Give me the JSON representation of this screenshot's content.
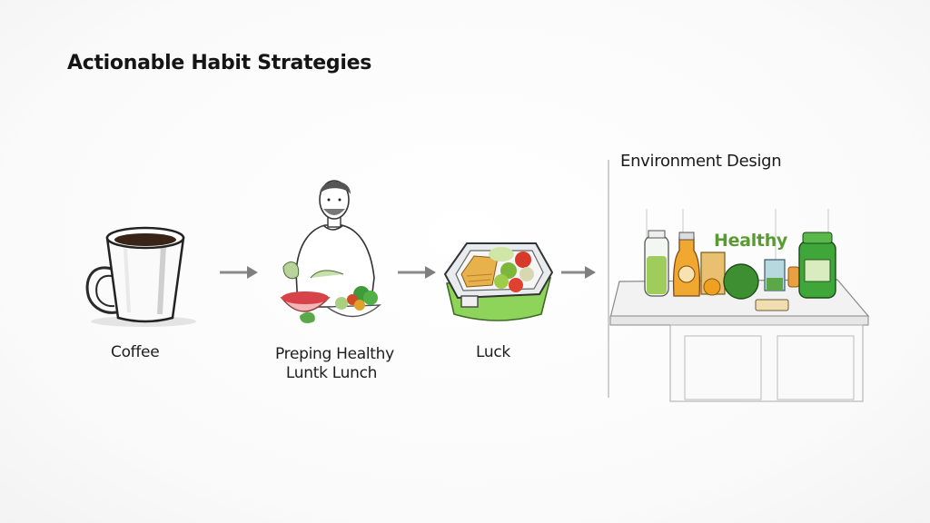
{
  "header": {
    "title": "Actionable Habit Strategies"
  },
  "steps": [
    {
      "id": "coffee",
      "label": "Coffee",
      "icon": "coffee-mug-icon"
    },
    {
      "id": "prep",
      "label_line1": "Preping Healthy",
      "label_line2": "Luntk Lunch",
      "icon": "person-preparing-salad-icon"
    },
    {
      "id": "lunchbox",
      "label": "Luck",
      "icon": "lunch-box-icon"
    }
  ],
  "environment": {
    "title": "Environment Design",
    "tag": "Healthy",
    "icon": "kitchen-counter-with-healthy-foods-icon"
  },
  "arrows": [
    {
      "from": "coffee",
      "to": "prep"
    },
    {
      "from": "prep",
      "to": "lunchbox"
    },
    {
      "from": "lunchbox",
      "to": "environment"
    }
  ],
  "colors": {
    "background": "#fbfbfb",
    "text": "#1b1b1b",
    "arrow": "#8a8a8a",
    "healthy_green": "#5a9a32",
    "container_green": "#8fd45a",
    "coffee": "#3a2418"
  }
}
